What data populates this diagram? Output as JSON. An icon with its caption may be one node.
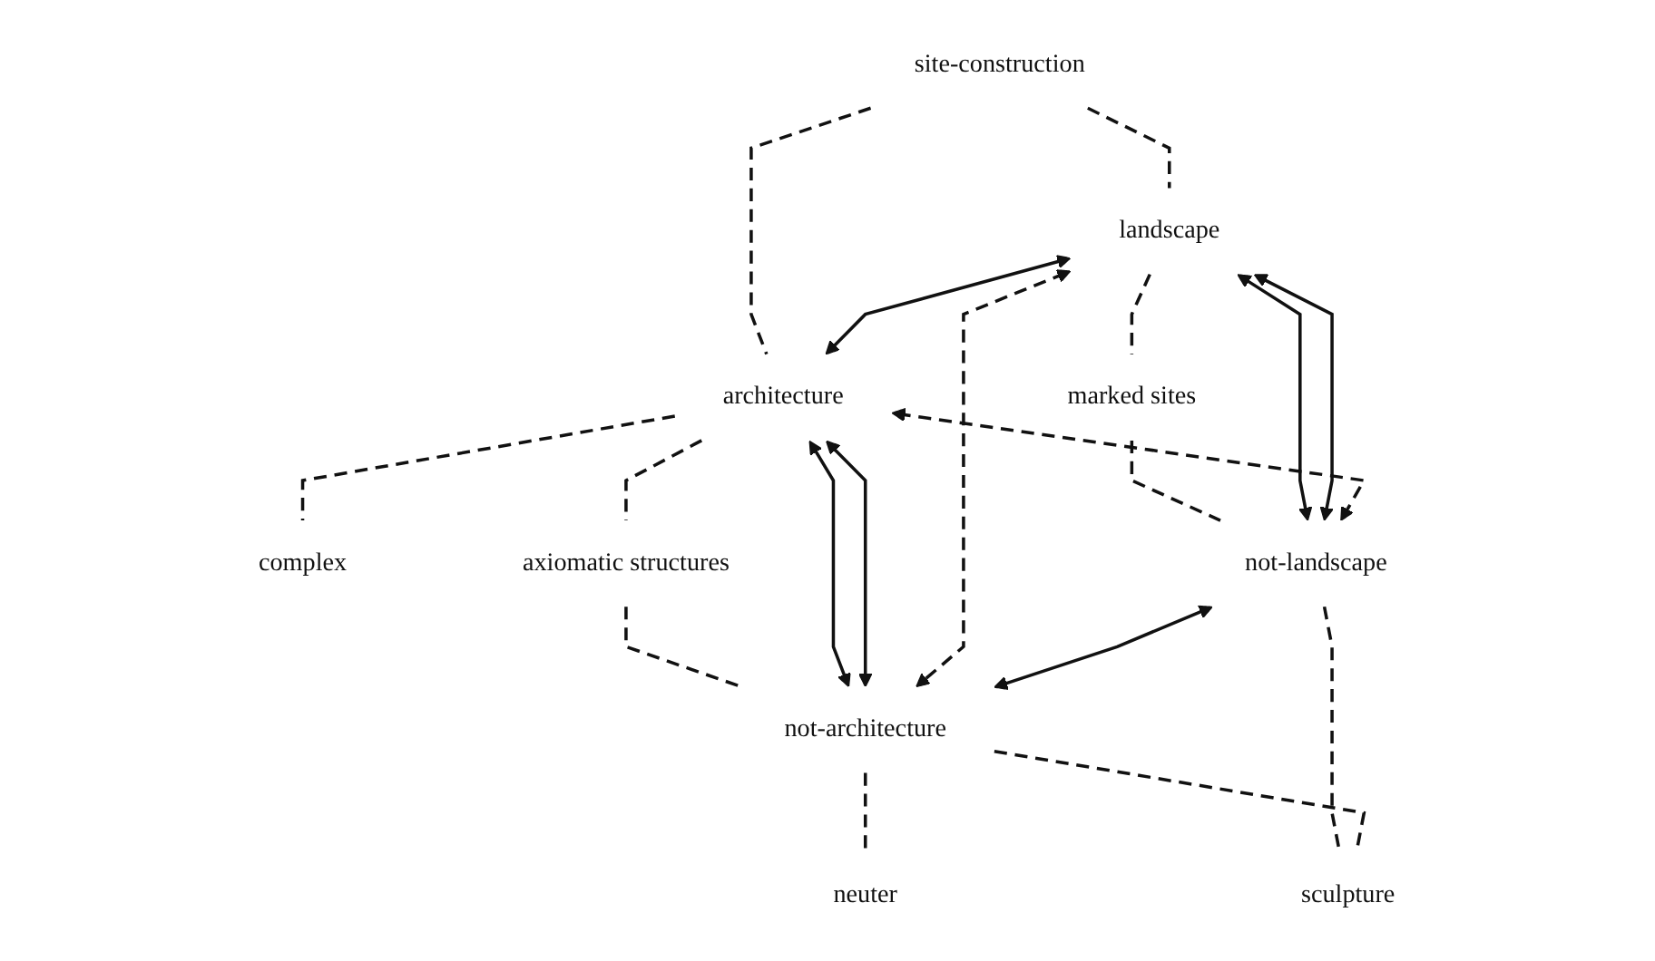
{
  "diagram": {
    "nodes": [
      {
        "text": [
          "site-construction"
        ]
      },
      {
        "text": [
          "landscape"
        ]
      },
      {
        "text": [
          "architecture"
        ]
      },
      {
        "text": [
          "complex"
        ]
      },
      {
        "text": [
          "marked sites"
        ]
      },
      {
        "text": [
          "axiomatic structures"
        ]
      },
      {
        "text": [
          "not-landscape"
        ]
      },
      {
        "text": [
          "not-architecture"
        ]
      },
      {
        "text": [
          "neuter"
        ]
      },
      {
        "text": [
          "sculpture"
        ]
      }
    ],
    "edges": [
      {
        "from": 0,
        "to": 1,
        "arrow": "none",
        "style": "dashed"
      },
      {
        "from": 0,
        "to": 2,
        "arrow": "none",
        "style": "dashed"
      },
      {
        "from": 1,
        "to": 2,
        "arrow": "both"
      },
      {
        "from": 2,
        "to": 3,
        "arrow": "none",
        "style": "dashed"
      },
      {
        "from": 1,
        "to": 4,
        "arrow": "none",
        "style": "dashed"
      },
      {
        "from": 4,
        "to": 6,
        "arrow": "none",
        "style": "dashed"
      },
      {
        "from": 2,
        "to": 5,
        "arrow": "none",
        "style": "dashed"
      },
      {
        "from": 5,
        "to": 7,
        "arrow": "none",
        "style": "dashed"
      },
      {
        "from": 1,
        "to": 6,
        "arrow": "both"
      },
      {
        "from": 1,
        "to": 6,
        "arrow": "both"
      },
      {
        "from": 2,
        "to": 7,
        "arrow": "both"
      },
      {
        "from": 2,
        "to": 7,
        "arrow": "both"
      },
      {
        "from": 1,
        "to": 7,
        "arrow": "both",
        "style": "dashed"
      },
      {
        "from": 2,
        "to": 6,
        "arrow": "both",
        "style": "dashed"
      },
      {
        "from": 6,
        "to": 7,
        "arrow": "both"
      },
      {
        "from": 7,
        "to": 8,
        "arrow": "none",
        "style": "dashed"
      },
      {
        "from": 6,
        "to": 9,
        "arrow": "none",
        "style": "dashed"
      },
      {
        "from": 7,
        "to": 9,
        "arrow": "none",
        "style": "dashed"
      }
    ]
  }
}
